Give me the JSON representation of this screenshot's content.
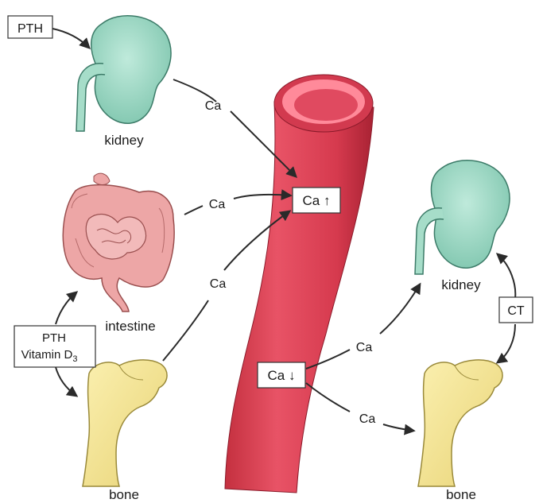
{
  "labels": {
    "pth_top": "PTH",
    "kidney_left": "kidney",
    "intestine": "intestine",
    "bone_left": "bone",
    "pth_vitamin_line1": "PTH",
    "pth_vitamin_line2": "Vitamin D",
    "pth_vitamin_sub": "3",
    "kidney_right": "kidney",
    "bone_right": "bone",
    "ct": "CT"
  },
  "flows": {
    "ca_kidney_in": "Ca",
    "ca_intestine_in": "Ca",
    "ca_bone_in": "Ca",
    "ca_kidney_out": "Ca",
    "ca_bone_out": "Ca"
  },
  "blood": {
    "ca_up": "Ca ↑",
    "ca_down": "Ca ↓"
  },
  "colors": {
    "vessel": "#e0475a",
    "vessel_dark": "#b8283c",
    "kidney": "#9ad6c2",
    "intestine": "#e59a9a",
    "bone": "#f2e08a",
    "arrow": "#2a2a2a"
  }
}
